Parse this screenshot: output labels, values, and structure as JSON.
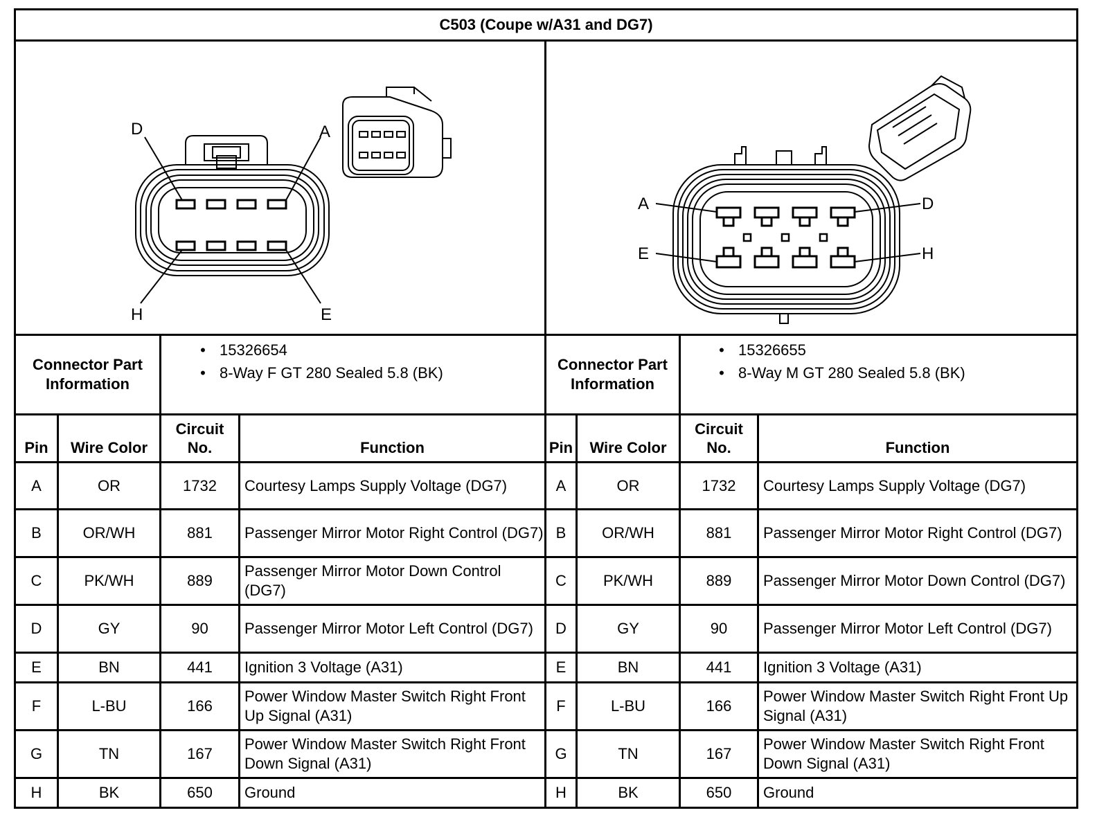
{
  "title": "C503 (Coupe w/A31 and DG7)",
  "left": {
    "labels": {
      "a": "A",
      "d": "D",
      "e": "E",
      "h": "H"
    },
    "info_label": "Connector Part Information",
    "info": [
      "15326654",
      "8-Way F GT 280 Sealed 5.8 (BK)"
    ]
  },
  "right": {
    "labels": {
      "a": "A",
      "d": "D",
      "e": "E",
      "h": "H"
    },
    "info_label": "Connector Part Information",
    "info": [
      "15326655",
      "8-Way M GT 280 Sealed 5.8 (BK)"
    ]
  },
  "headers": {
    "pin": "Pin",
    "wire": "Wire Color",
    "circuit": "Circuit No.",
    "function": "Function"
  },
  "rows": [
    {
      "pin": "A",
      "wire": "OR",
      "circuit": "1732",
      "function": "Courtesy Lamps Supply Voltage (DG7)"
    },
    {
      "pin": "B",
      "wire": "OR/WH",
      "circuit": "881",
      "function": "Passenger Mirror Motor Right Control (DG7)"
    },
    {
      "pin": "C",
      "wire": "PK/WH",
      "circuit": "889",
      "function": "Passenger Mirror Motor Down Control (DG7)"
    },
    {
      "pin": "D",
      "wire": "GY",
      "circuit": "90",
      "function": "Passenger Mirror Motor Left Control (DG7)"
    },
    {
      "pin": "E",
      "wire": "BN",
      "circuit": "441",
      "function": "Ignition 3 Voltage (A31)"
    },
    {
      "pin": "F",
      "wire": "L-BU",
      "circuit": "166",
      "function": "Power Window Master Switch Right Front Up Signal (A31)"
    },
    {
      "pin": "G",
      "wire": "TN",
      "circuit": "167",
      "function": "Power Window Master Switch Right Front Down Signal (A31)"
    },
    {
      "pin": "H",
      "wire": "BK",
      "circuit": "650",
      "function": "Ground"
    }
  ]
}
